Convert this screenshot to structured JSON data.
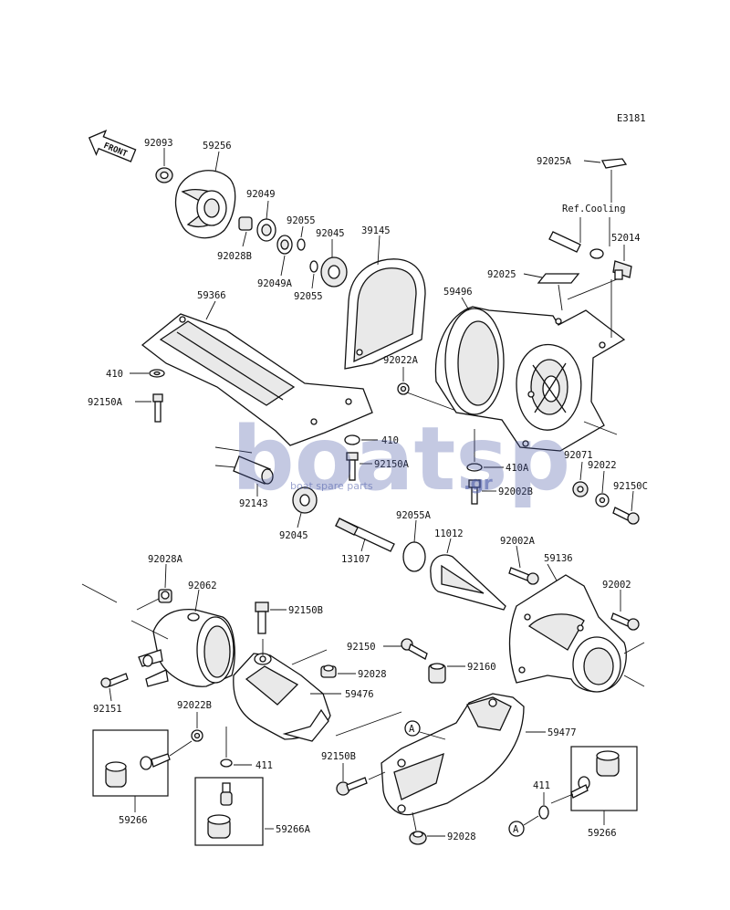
{
  "diagram_code": "E3181",
  "front_marker": "FRONT",
  "ref_note": "Ref.Cooling",
  "callouts": {
    "92093": "92093",
    "59256": "59256",
    "92049": "92049",
    "92028B": "92028B",
    "92055_top": "92055",
    "92045_top": "92045",
    "92049A": "92049A",
    "92055_lower": "92055",
    "39145": "39145",
    "92025A": "92025A",
    "52014": "52014",
    "92025": "92025",
    "59496": "59496",
    "59366": "59366",
    "410_left": "410",
    "92150A_left": "92150A",
    "92022A": "92022A",
    "410_center": "410",
    "92150A_center": "92150A",
    "410A": "410A",
    "92002B": "92002B",
    "92071": "92071",
    "92022": "92022",
    "92150C": "92150C",
    "92143": "92143",
    "92045_lower": "92045",
    "92055A": "92055A",
    "11012": "11012",
    "92002A": "92002A",
    "13107": "13107",
    "59136": "59136",
    "92028A": "92028A",
    "92062": "92062",
    "92002": "92002",
    "92150B_top": "92150B",
    "92150": "92150",
    "92160": "92160",
    "92028_mid": "92028",
    "92151": "92151",
    "59476": "59476",
    "92022B": "92022B",
    "59477": "59477",
    "411_left": "411",
    "92150B_lower": "92150B",
    "411_right": "411",
    "59266_left": "59266",
    "59266A": "59266A",
    "92028_bottom": "92028",
    "59266_right": "59266"
  },
  "marker_a": "A",
  "watermark": {
    "word": "boatsp",
    "suffix": ".gr",
    "tagline": "boat spare parts",
    "color": "#4a5aa8"
  }
}
